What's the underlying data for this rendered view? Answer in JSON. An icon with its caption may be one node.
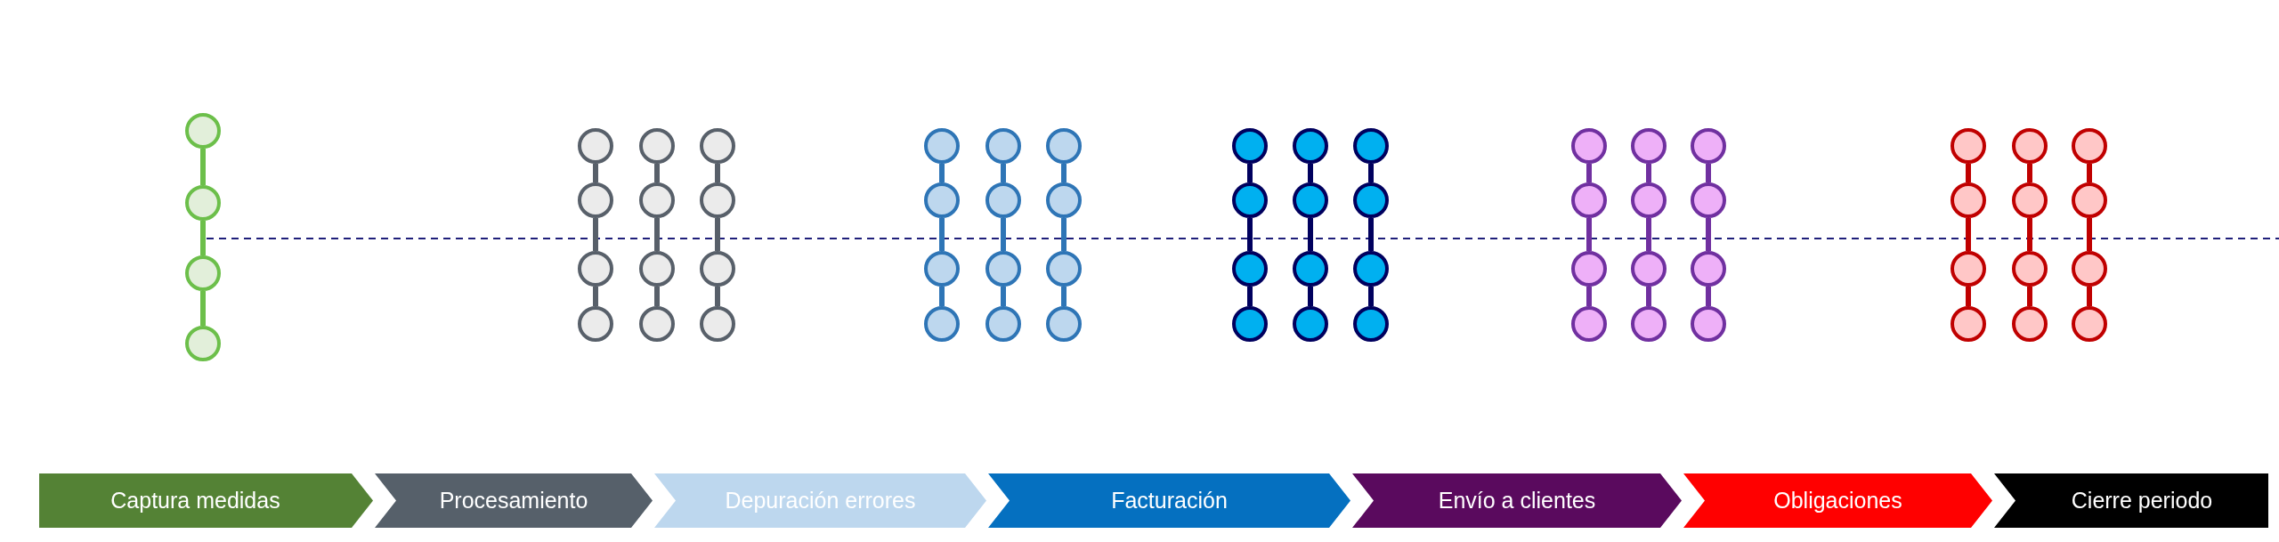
{
  "diagram": {
    "nodes": [
      {
        "text": [
          "Captura medidas"
        ]
      },
      {
        "text": [
          "Procesamiento"
        ]
      },
      {
        "text": [
          "Depuración errores"
        ]
      },
      {
        "text": [
          "Facturación"
        ]
      },
      {
        "text": [
          "Envío a clientes"
        ]
      },
      {
        "text": [
          "Obligaciones"
        ]
      },
      {
        "text": [
          "Cierre periodo"
        ]
      },
      {
        "text": [],
        "shape": "circle"
      },
      {
        "text": [],
        "shape": "circle"
      },
      {
        "text": [],
        "shape": "circle"
      },
      {
        "text": [],
        "shape": "circle"
      },
      {
        "text": [],
        "shape": "circle"
      },
      {
        "text": [],
        "shape": "circle"
      },
      {
        "text": [],
        "shape": "circle"
      },
      {
        "text": [],
        "shape": "circle"
      },
      {
        "text": [],
        "shape": "circle"
      },
      {
        "text": [],
        "shape": "circle"
      },
      {
        "text": [],
        "shape": "circle"
      },
      {
        "text": [],
        "shape": "circle"
      },
      {
        "text": [],
        "shape": "circle"
      },
      {
        "text": [],
        "shape": "circle"
      },
      {
        "text": [],
        "shape": "circle"
      },
      {
        "text": [],
        "shape": "circle"
      },
      {
        "text": [],
        "shape": "circle"
      },
      {
        "text": [],
        "shape": "circle"
      },
      {
        "text": [],
        "shape": "circle"
      },
      {
        "text": [],
        "shape": "circle"
      },
      {
        "text": [],
        "shape": "circle"
      },
      {
        "text": [],
        "shape": "circle"
      },
      {
        "text": [],
        "shape": "circle"
      },
      {
        "text": [],
        "shape": "circle"
      },
      {
        "text": [],
        "shape": "circle"
      },
      {
        "text": [],
        "shape": "circle"
      },
      {
        "text": [],
        "shape": "circle"
      },
      {
        "text": [],
        "shape": "circle"
      },
      {
        "text": [],
        "shape": "circle"
      },
      {
        "text": [],
        "shape": "circle"
      },
      {
        "text": [],
        "shape": "circle"
      },
      {
        "text": [],
        "shape": "circle"
      },
      {
        "text": [],
        "shape": "circle"
      },
      {
        "text": [],
        "shape": "circle"
      },
      {
        "text": [],
        "shape": "circle"
      },
      {
        "text": [],
        "shape": "circle"
      },
      {
        "text": [],
        "shape": "circle"
      },
      {
        "text": [],
        "shape": "circle"
      },
      {
        "text": [],
        "shape": "circle"
      },
      {
        "text": [],
        "shape": "circle"
      },
      {
        "text": [],
        "shape": "circle"
      },
      {
        "text": [],
        "shape": "circle"
      },
      {
        "text": [],
        "shape": "circle"
      },
      {
        "text": [],
        "shape": "circle"
      },
      {
        "text": [],
        "shape": "circle"
      },
      {
        "text": [],
        "shape": "circle"
      },
      {
        "text": [],
        "shape": "circle"
      },
      {
        "text": [],
        "shape": "circle"
      },
      {
        "text": [],
        "shape": "circle"
      },
      {
        "text": [],
        "shape": "circle"
      },
      {
        "text": [],
        "shape": "circle"
      },
      {
        "text": [],
        "shape": "circle"
      },
      {
        "text": [],
        "shape": "circle"
      },
      {
        "text": [],
        "shape": "circle"
      },
      {
        "text": [],
        "shape": "circle"
      },
      {
        "text": [],
        "shape": "circle"
      },
      {
        "text": [],
        "shape": "circle"
      },
      {
        "text": [],
        "shape": "circle"
      },
      {
        "text": [],
        "shape": "circle"
      },
      {
        "text": [],
        "shape": "circle"
      },
      {
        "text": [],
        "shape": "circle"
      },
      {
        "text": [],
        "shape": "circle"
      },
      {
        "text": [],
        "shape": "circle"
      },
      {
        "text": [],
        "shape": "circle"
      }
    ],
    "edges": [
      {
        "from": 7,
        "to": 8,
        "arrow": "none",
        "color": "#6cbf4a"
      },
      {
        "from": 8,
        "to": 9,
        "arrow": "none",
        "color": "#6cbf4a"
      },
      {
        "from": 9,
        "to": 10,
        "arrow": "none",
        "color": "#6cbf4a"
      },
      {
        "from": 11,
        "to": 12,
        "arrow": "none",
        "color": "#58606a"
      },
      {
        "from": 12,
        "to": 13,
        "arrow": "none",
        "color": "#58606a"
      },
      {
        "from": 13,
        "to": 14,
        "arrow": "none",
        "color": "#58606a"
      },
      {
        "from": 15,
        "to": 16,
        "arrow": "none",
        "color": "#58606a"
      },
      {
        "from": 16,
        "to": 17,
        "arrow": "none",
        "color": "#58606a"
      },
      {
        "from": 17,
        "to": 18,
        "arrow": "none",
        "color": "#58606a"
      },
      {
        "from": 19,
        "to": 20,
        "arrow": "none",
        "color": "#58606a"
      },
      {
        "from": 20,
        "to": 21,
        "arrow": "none",
        "color": "#58606a"
      },
      {
        "from": 21,
        "to": 22,
        "arrow": "none",
        "color": "#58606a"
      },
      {
        "from": 23,
        "to": 24,
        "arrow": "none",
        "color": "#2e75b6"
      },
      {
        "from": 24,
        "to": 25,
        "arrow": "none",
        "color": "#2e75b6"
      },
      {
        "from": 25,
        "to": 26,
        "arrow": "none",
        "color": "#2e75b6"
      },
      {
        "from": 27,
        "to": 28,
        "arrow": "none",
        "color": "#2e75b6"
      },
      {
        "from": 28,
        "to": 29,
        "arrow": "none",
        "color": "#2e75b6"
      },
      {
        "from": 29,
        "to": 30,
        "arrow": "none",
        "color": "#2e75b6"
      },
      {
        "from": 31,
        "to": 32,
        "arrow": "none",
        "color": "#2e75b6"
      },
      {
        "from": 32,
        "to": 33,
        "arrow": "none",
        "color": "#2e75b6"
      },
      {
        "from": 33,
        "to": 34,
        "arrow": "none",
        "color": "#2e75b6"
      },
      {
        "from": 35,
        "to": 36,
        "arrow": "none",
        "color": "#00005e"
      },
      {
        "from": 36,
        "to": 37,
        "arrow": "none",
        "color": "#00005e"
      },
      {
        "from": 37,
        "to": 38,
        "arrow": "none",
        "color": "#00005e"
      },
      {
        "from": 39,
        "to": 40,
        "arrow": "none",
        "color": "#00005e"
      },
      {
        "from": 40,
        "to": 41,
        "arrow": "none",
        "color": "#00005e"
      },
      {
        "from": 41,
        "to": 42,
        "arrow": "none",
        "color": "#00005e"
      },
      {
        "from": 43,
        "to": 44,
        "arrow": "none",
        "color": "#00005e"
      },
      {
        "from": 44,
        "to": 45,
        "arrow": "none",
        "color": "#00005e"
      },
      {
        "from": 45,
        "to": 46,
        "arrow": "none",
        "color": "#00005e"
      },
      {
        "from": 47,
        "to": 48,
        "arrow": "none",
        "color": "#7030a0"
      },
      {
        "from": 48,
        "to": 49,
        "arrow": "none",
        "color": "#7030a0"
      },
      {
        "from": 49,
        "to": 50,
        "arrow": "none",
        "color": "#7030a0"
      },
      {
        "from": 51,
        "to": 52,
        "arrow": "none",
        "color": "#7030a0"
      },
      {
        "from": 52,
        "to": 53,
        "arrow": "none",
        "color": "#7030a0"
      },
      {
        "from": 53,
        "to": 54,
        "arrow": "none",
        "color": "#7030a0"
      },
      {
        "from": 55,
        "to": 56,
        "arrow": "none",
        "color": "#7030a0"
      },
      {
        "from": 56,
        "to": 57,
        "arrow": "none",
        "color": "#7030a0"
      },
      {
        "from": 57,
        "to": 58,
        "arrow": "none",
        "color": "#7030a0"
      },
      {
        "from": 59,
        "to": 60,
        "arrow": "none",
        "color": "#c00000"
      },
      {
        "from": 60,
        "to": 61,
        "arrow": "none",
        "color": "#c00000"
      },
      {
        "from": 61,
        "to": 62,
        "arrow": "none",
        "color": "#c00000"
      },
      {
        "from": 63,
        "to": 64,
        "arrow": "none",
        "color": "#c00000"
      },
      {
        "from": 64,
        "to": 65,
        "arrow": "none",
        "color": "#c00000"
      },
      {
        "from": 65,
        "to": 66,
        "arrow": "none",
        "color": "#c00000"
      },
      {
        "from": 67,
        "to": 68,
        "arrow": "none",
        "color": "#c00000"
      },
      {
        "from": 68,
        "to": 69,
        "arrow": "none",
        "color": "#c00000"
      },
      {
        "from": 69,
        "to": 70,
        "arrow": "none",
        "color": "#c00000"
      }
    ]
  }
}
